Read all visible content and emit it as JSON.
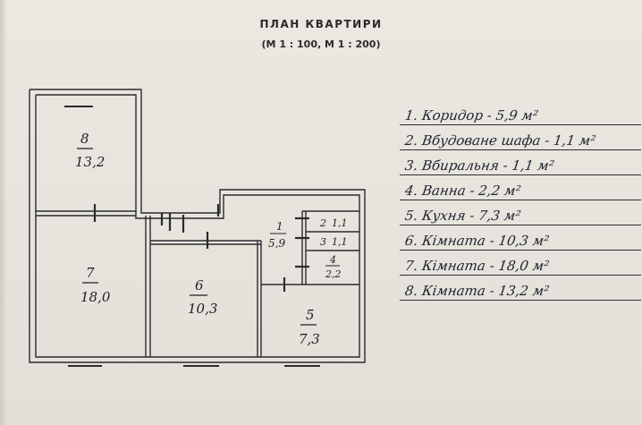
{
  "header": {
    "title": "ПЛАН КВАРТИРИ",
    "scale": "(М 1 : 100, М 1 : 200)"
  },
  "plan": {
    "rooms": [
      {
        "number": "8",
        "area": "13,2"
      },
      {
        "number": "7",
        "area": "18,0"
      },
      {
        "number": "6",
        "area": "10,3"
      },
      {
        "number": "5",
        "area": "7,3"
      },
      {
        "number": "1",
        "area": "5,9"
      },
      {
        "number": "2",
        "area": "1,1"
      },
      {
        "number": "3",
        "area": "1,1"
      },
      {
        "number": "4",
        "area": "2,2"
      }
    ]
  },
  "legend": {
    "items": [
      "1. Коридор - 5,9 м²",
      "2. Вбудоване шафа - 1,1 м²",
      "3. Вбиральня - 1,1 м²",
      "4. Ванна - 2,2 м²",
      "5. Кухня - 7,3 м²",
      "6. Кімната - 10,3 м²",
      "7. Кімната - 18,0 м²",
      "8. Кімната - 13,2 м²"
    ]
  },
  "colors": {
    "wall": "#2a2a30",
    "handwriting": "#1f2230"
  }
}
